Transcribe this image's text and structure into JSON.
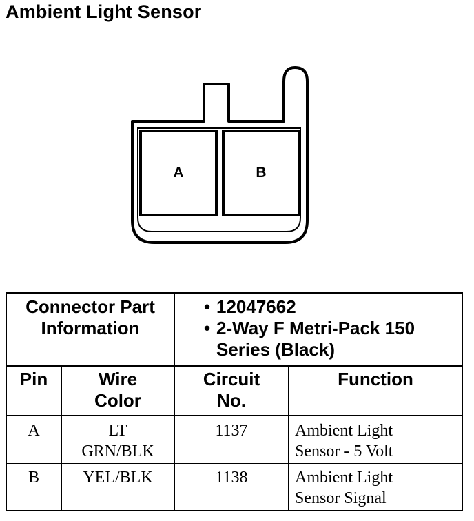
{
  "title": "Ambient Light Sensor",
  "connector": {
    "pins": [
      "A",
      "B"
    ]
  },
  "part_info": {
    "label_line1": "Connector Part",
    "label_line2": "Information",
    "bullets": [
      {
        "line1": "12047662",
        "line2": ""
      },
      {
        "line1": "2-Way F Metri-Pack 150",
        "line2": "Series (Black)"
      }
    ]
  },
  "table": {
    "headers": {
      "pin": "Pin",
      "wire_line1": "Wire",
      "wire_line2": "Color",
      "circuit_line1": "Circuit",
      "circuit_line2": "No.",
      "function": "Function"
    },
    "rows": [
      {
        "pin": "A",
        "wire_line1": "LT",
        "wire_line2": "GRN/BLK",
        "circuit": "1137",
        "function_line1": "Ambient Light",
        "function_line2": "Sensor - 5 Volt"
      },
      {
        "pin": "B",
        "wire_line1": "YEL/BLK",
        "wire_line2": "",
        "circuit": "1138",
        "function_line1": "Ambient Light",
        "function_line2": "Sensor Signal"
      }
    ]
  }
}
